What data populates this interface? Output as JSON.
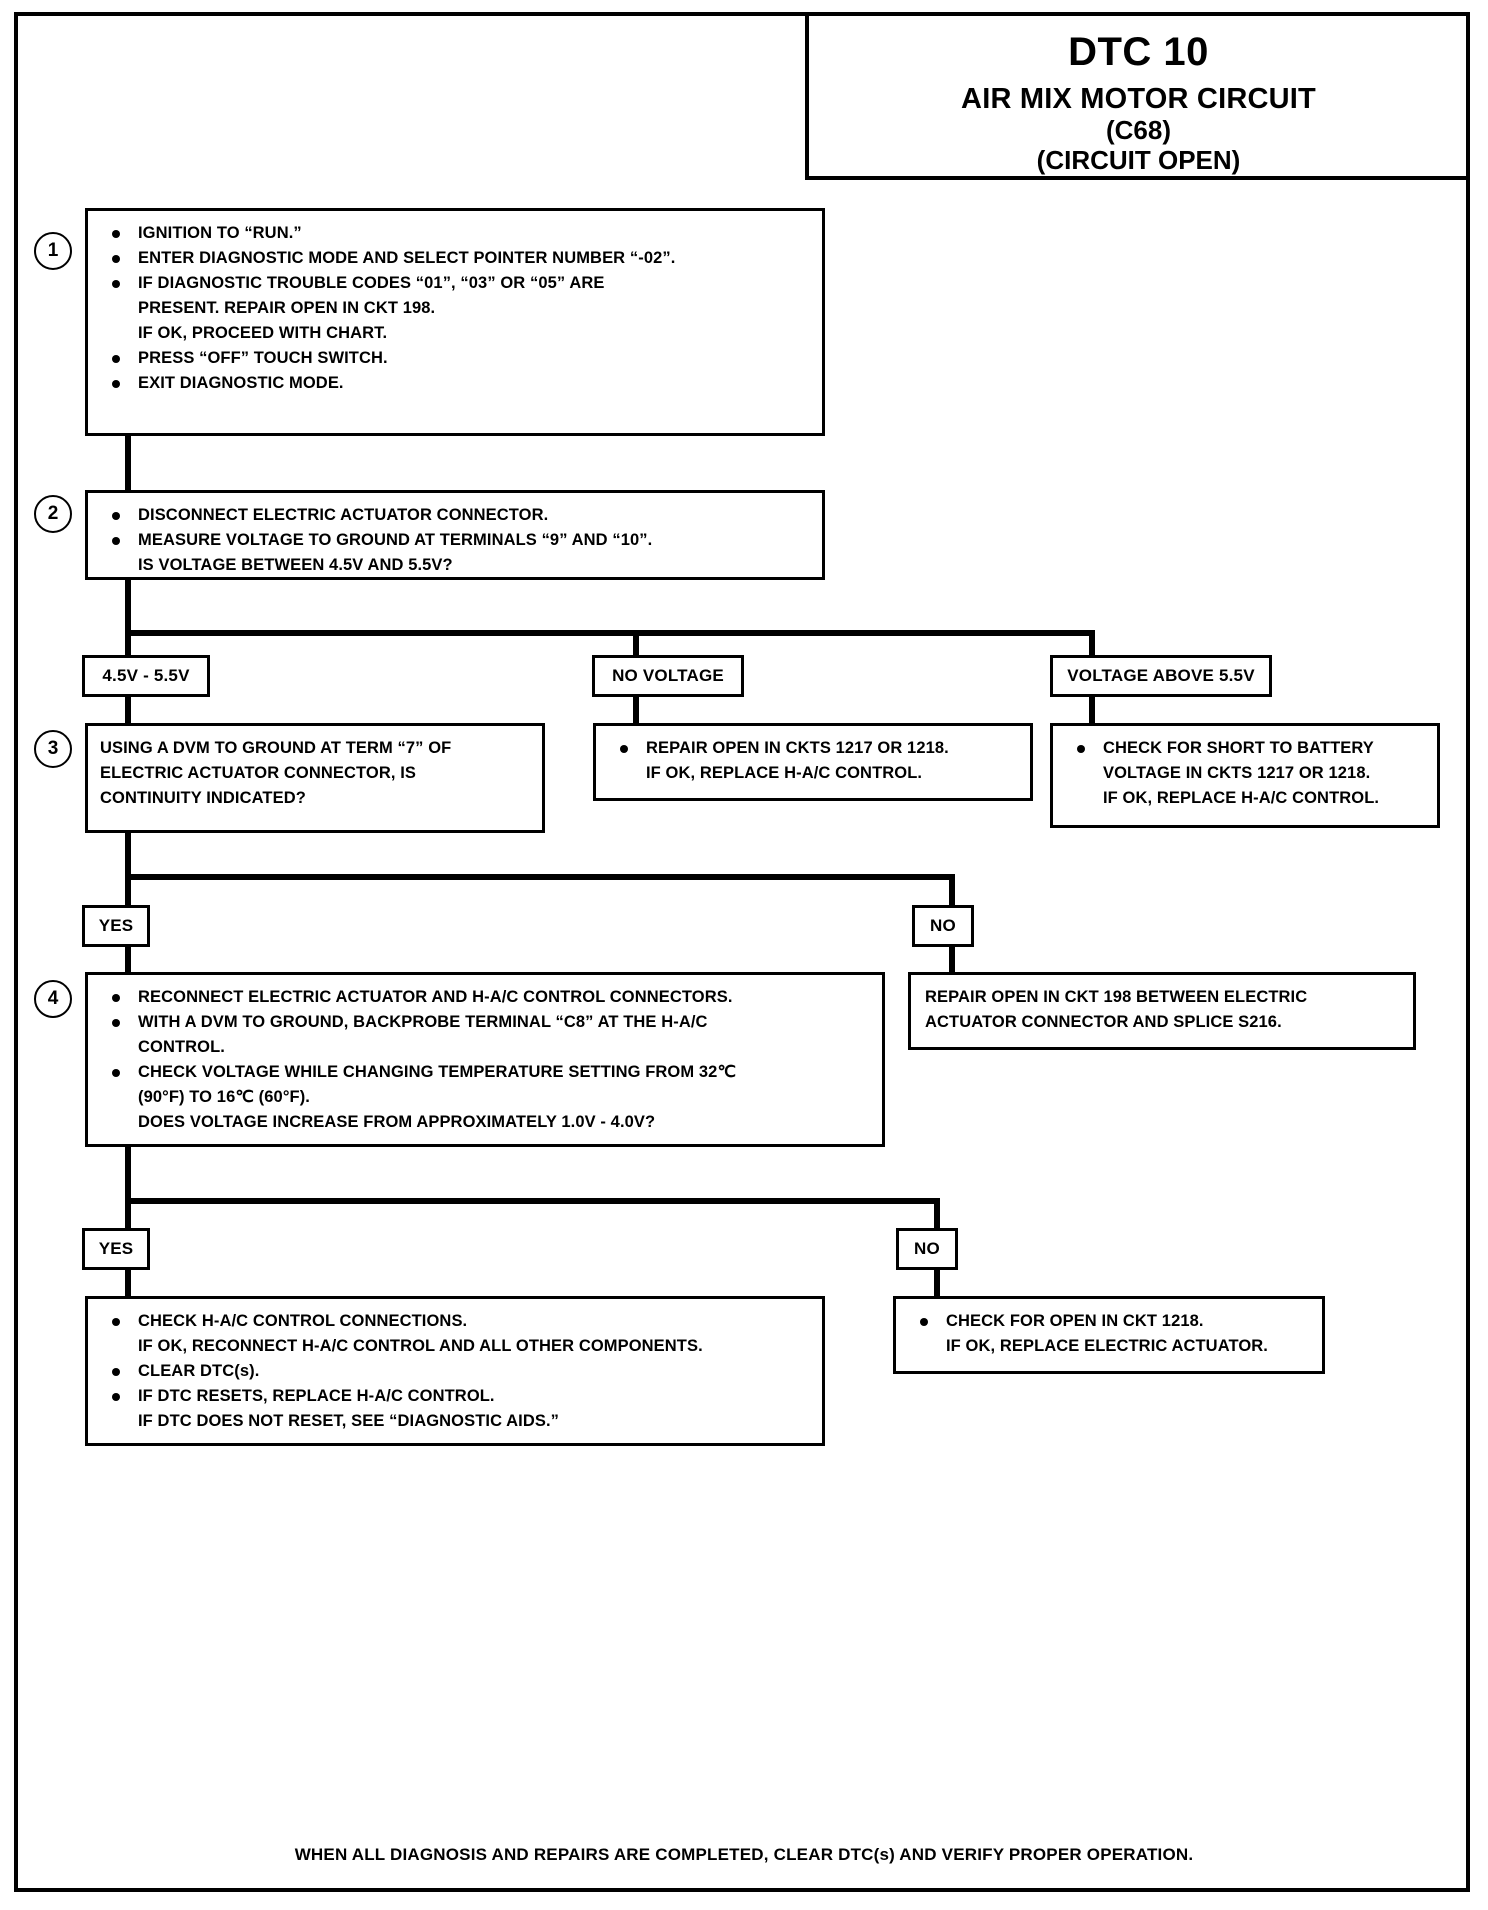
{
  "header": {
    "dtc_code": "DTC 10",
    "circuit_name": "AIR MIX MOTOR CIRCUIT",
    "connector": "(C68)",
    "condition": "(CIRCUIT OPEN)"
  },
  "steps": [
    {
      "number": "1",
      "items": [
        "IGNITION TO “RUN.”",
        "ENTER DIAGNOSTIC MODE AND SELECT POINTER NUMBER “-02”.",
        "IF DIAGNOSTIC TROUBLE CODES “01”, “03” OR “05” ARE\nPRESENT.  REPAIR OPEN IN CKT 198.",
        "IF OK, PROCEED WITH CHART.",
        "PRESS “OFF” TOUCH SWITCH.",
        "EXIT DIAGNOSTIC MODE."
      ]
    },
    {
      "number": "2",
      "items": [
        "DISCONNECT ELECTRIC ACTUATOR CONNECTOR.",
        "MEASURE VOLTAGE TO GROUND AT TERMINALS “9” AND “10”.\nIS VOLTAGE BETWEEN 4.5V AND 5.5V?"
      ]
    },
    {
      "number": "3",
      "items": [
        "USING A DVM TO GROUND AT TERM “7” OF\nELECTRIC ACTUATOR CONNECTOR, IS\nCONTINUITY INDICATED?"
      ]
    },
    {
      "number": "4",
      "items": [
        "RECONNECT ELECTRIC ACTUATOR AND H-A/C CONTROL CONNECTORS.",
        "WITH A DVM TO GROUND, BACKPROBE TERMINAL “C8” AT THE H-A/C\nCONTROL.",
        "CHECK VOLTAGE WHILE CHANGING TEMPERATURE SETTING FROM 32℃\n(90°F) TO 16℃ (60°F).\nDOES VOLTAGE INCREASE FROM APPROXIMATELY 1.0V - 4.0V?"
      ]
    }
  ],
  "branch_labels": {
    "voltage_in_range": "4.5V - 5.5V",
    "no_voltage": "NO VOLTAGE",
    "voltage_above": "VOLTAGE ABOVE 5.5V",
    "yes_1": "YES",
    "no_1": "NO",
    "yes_2": "YES",
    "no_2": "NO"
  },
  "result_boxes": {
    "no_voltage_result": [
      "REPAIR OPEN IN CKTS 1217 OR 1218.",
      "IF OK, REPLACE H-A/C CONTROL."
    ],
    "voltage_above_result": [
      "CHECK FOR SHORT TO BATTERY\nVOLTAGE IN CKTS 1217 OR 1218.",
      "IF OK, REPLACE H-A/C CONTROL."
    ],
    "no_continuity_result": [
      "REPAIR OPEN IN CKT 198 BETWEEN ELECTRIC\nACTUATOR CONNECTOR AND SPLICE S216."
    ],
    "final_yes_result": [
      "CHECK H-A/C CONTROL CONNECTIONS.\nIF OK, RECONNECT H-A/C CONTROL AND ALL OTHER COMPONENTS.",
      "CLEAR DTC(s).",
      "IF DTC RESETS, REPLACE H-A/C CONTROL.\nIF DTC DOES NOT RESET, SEE “DIAGNOSTIC AIDS.”"
    ],
    "final_no_result": [
      "CHECK FOR OPEN IN CKT 1218.",
      "IF OK, REPLACE ELECTRIC ACTUATOR."
    ]
  },
  "footer": {
    "note": "WHEN ALL DIAGNOSIS AND REPAIRS ARE COMPLETED, CLEAR DTC(s) AND VERIFY PROPER OPERATION."
  }
}
